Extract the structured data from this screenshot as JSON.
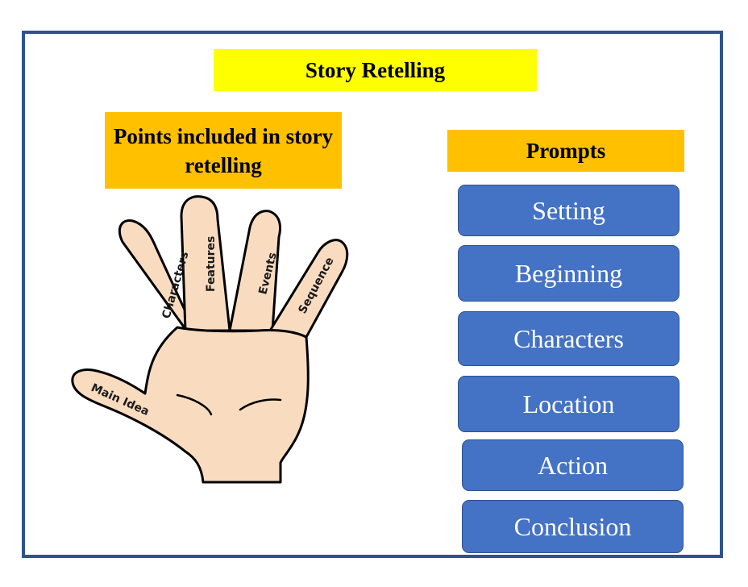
{
  "title": "Story Retelling",
  "points_heading": "Points included in story retelling",
  "hand_labels": {
    "thumb": "Main Idea",
    "index": "Characters",
    "middle": "Features",
    "ring": "Events",
    "pinky": "Sequence"
  },
  "prompts_heading": "Prompts",
  "prompts": [
    "Setting",
    "Beginning",
    "Characters",
    "Location",
    "Action",
    "Conclusion"
  ],
  "colors": {
    "frame": "#2f528f",
    "title_bg": "#ffff00",
    "heading_bg": "#ffc000",
    "prompt_bg": "#4472c4",
    "skin": "#f9dcc0"
  }
}
